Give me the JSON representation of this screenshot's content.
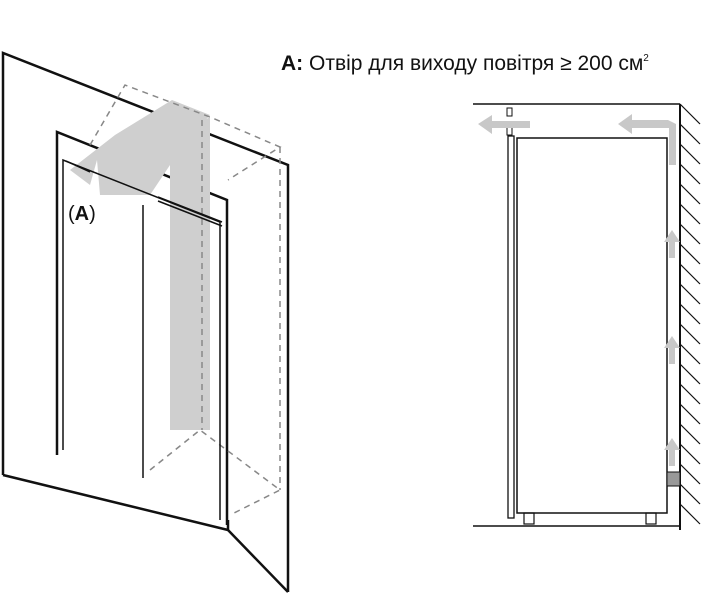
{
  "caption": {
    "label": "A:",
    "text": "Отвір для виходу повітря ≥ 200 см",
    "superscript": "2"
  },
  "marker": {
    "open": "(",
    "letter": "A",
    "close": ")"
  },
  "colors": {
    "line": "#111111",
    "airflow": "#cccccc",
    "dashed": "#888888"
  }
}
